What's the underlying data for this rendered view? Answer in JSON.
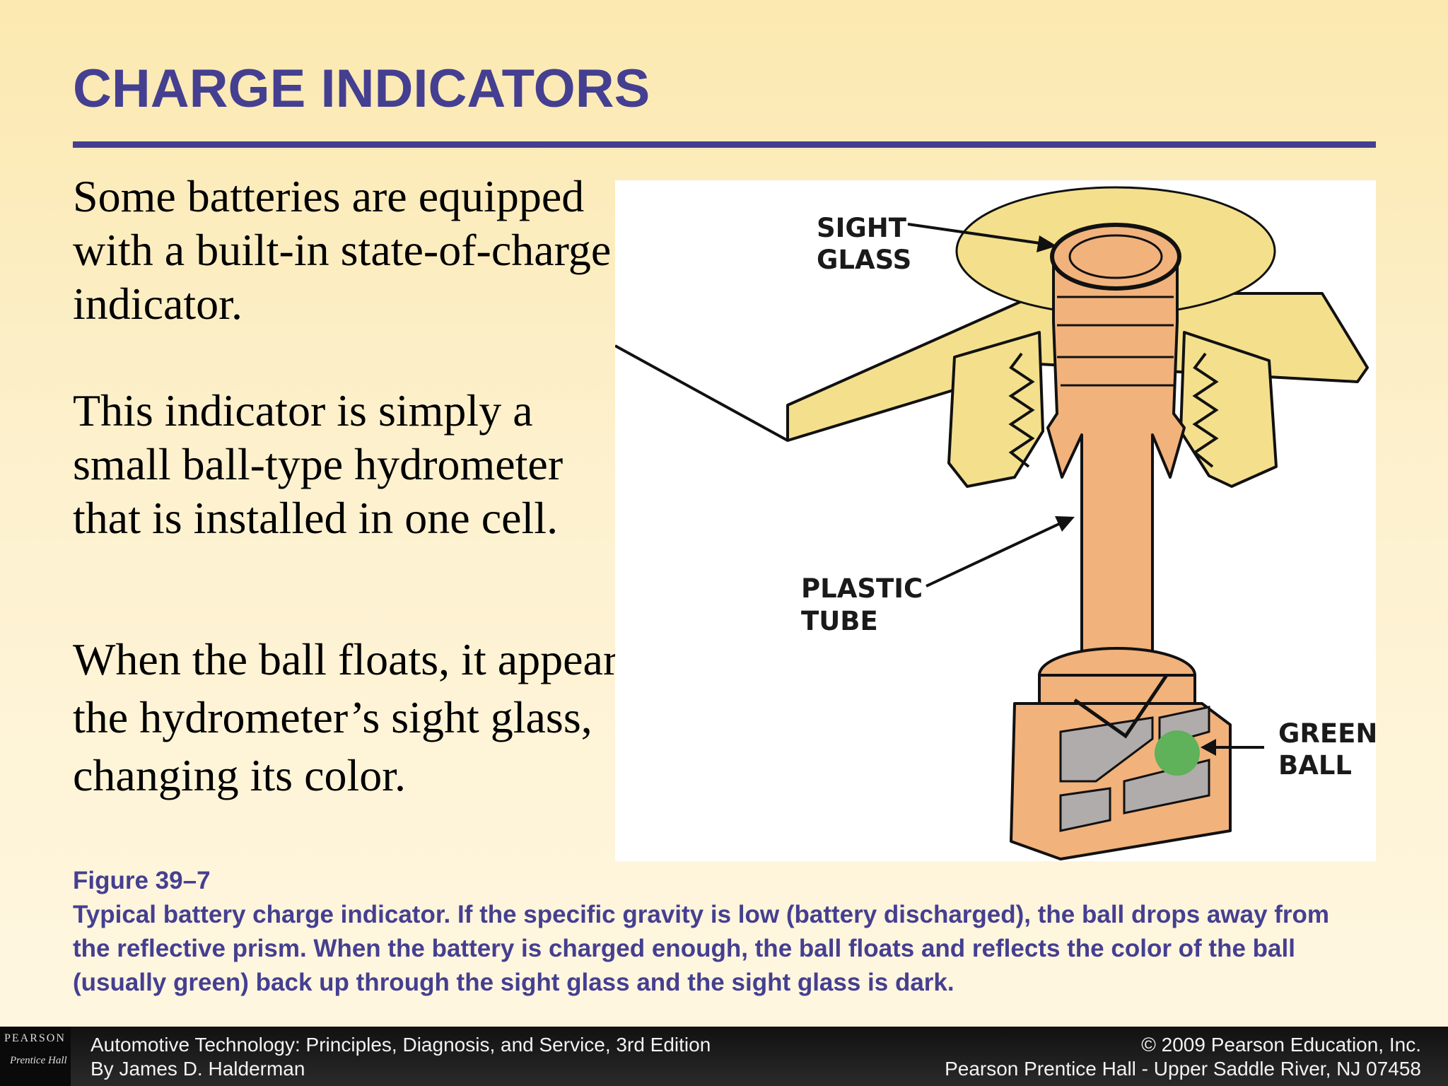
{
  "slide": {
    "title": "CHARGE INDICATORS",
    "paragraphs": [
      "Some batteries are equipped with a built-in state-of-charge indicator.",
      "This indicator is simply a small ball-type hydrometer that is installed in one cell.",
      "When the ball floats, it appears in the hydrometer’s sight glass, changing its color."
    ]
  },
  "figure": {
    "labels": {
      "sight_glass_1": "SIGHT",
      "sight_glass_2": "GLASS",
      "plastic_tube_1": "PLASTIC",
      "plastic_tube_2": "TUBE",
      "green_ball_1": "GREEN",
      "green_ball_2": "BALL"
    },
    "colors": {
      "case": "#f4e08c",
      "tube": "#f2b27c",
      "prism": "#b0acab",
      "ball": "#5fb15a",
      "outline": "#111111"
    },
    "caption_title": "Figure 39–7",
    "caption_text": "Typical battery charge indicator. If the specific gravity is low (battery discharged), the ball drops away from the reflective prism. When the battery is charged enough, the ball floats and reflects the color of the ball (usually green) back up through the sight glass and the sight glass is dark."
  },
  "footer": {
    "logo_top": "PEARSON",
    "logo_bottom": "Prentice Hall",
    "book_title": "Automotive Technology: Principles, Diagnosis, and Service, 3rd Edition",
    "author": "By James D. Halderman",
    "copyright": "© 2009 Pearson Education, Inc.",
    "publisher": "Pearson Prentice Hall - Upper Saddle River, NJ 07458"
  }
}
